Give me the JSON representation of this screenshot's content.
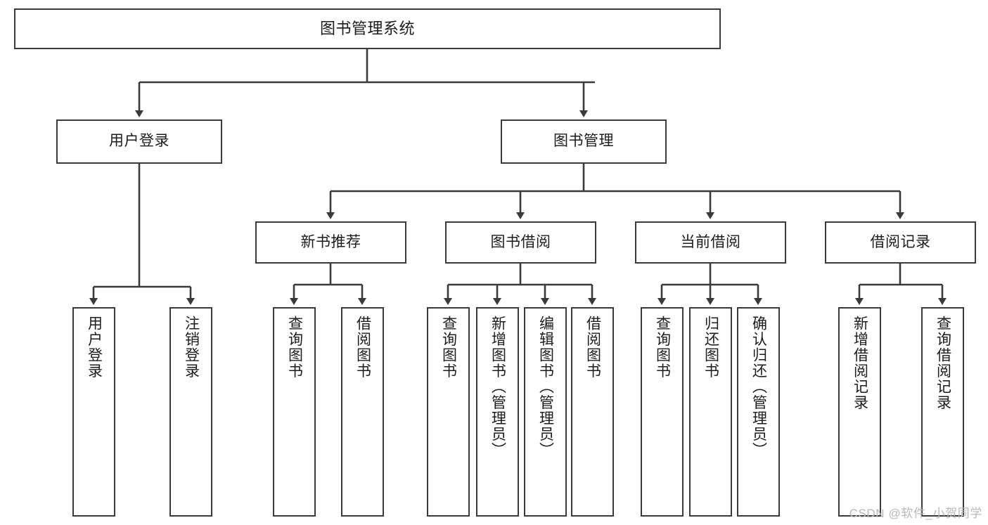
{
  "diagram": {
    "title": "图书管理系统",
    "watermark": "CSDN @软件_小贺同学",
    "stroke_color": "#3a3a3a",
    "fill_color": "#ffffff",
    "text_color": "#1c1c1c",
    "watermark_color": "#b9b9b9",
    "nodes": {
      "root": "图书管理系统",
      "level2": {
        "user_login": "用户登录",
        "book_manage": "图书管理"
      },
      "level3": {
        "new_book_rec": "新书推荐",
        "book_borrow": "图书借阅",
        "current_borrow": "当前借阅",
        "borrow_record": "借阅记录"
      },
      "leaves": {
        "login_user_login": "用户登录",
        "login_logout": "注销登录",
        "rec_query_book": "查询图书",
        "rec_borrow_book": "借阅图书",
        "borrow_query_book": "查询图书",
        "borrow_add_book": "新增图书（管理员）",
        "borrow_edit_book": "编辑图书（管理员）",
        "borrow_borrow_book": "借阅图书",
        "cur_query_book": "查询图书",
        "cur_return_book": "归还图书",
        "cur_confirm_return": "确认归还（管理员）",
        "rec_add_record": "新增借阅记录",
        "rec_query_record": "查询借阅记录"
      }
    }
  }
}
